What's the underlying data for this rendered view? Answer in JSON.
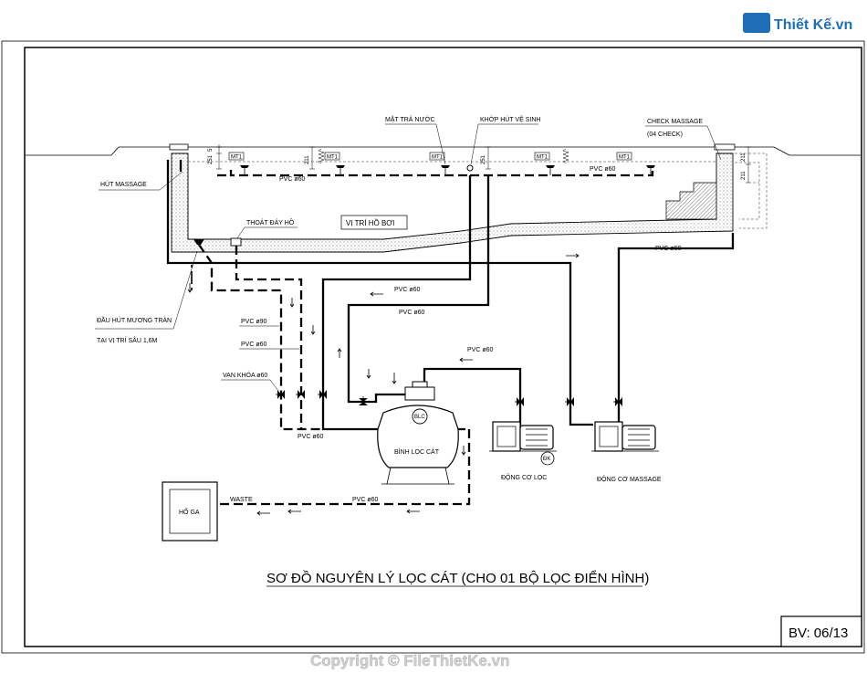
{
  "logo": {
    "text": "File Thiết Kế.vn"
  },
  "watermark": "Copyright © FileThietKe.vn",
  "title": "SƠ ĐỒ NGUYÊN LÝ LỌC CÁT (CHO 01 BỘ LỌC ĐIỂN HÌNH)",
  "sheet": "BV: 06/13",
  "labels": {
    "mat_tra_nuoc": "MẶT TRẢ NƯỚC",
    "khop_hut": "KHỚP HÚT VỆ SINH",
    "check_massage": "CHECK MASSAGE",
    "check_count": "(04 CHECK)",
    "hut_massage": "HÚT MASSAGE",
    "thoat_day": "THOÁT ĐÁY HỒ",
    "vi_tri": "VỊ TRÍ HỒ BƠI",
    "dau_hut_1": "ĐẦU HÚT MƯƠNG TRÀN",
    "dau_hut_2": "TẠI VỊ TRÍ SÂU 1,6M",
    "pvc90": "PVC ø90",
    "pvc60_left": "PVC ø60",
    "van_khoa": "VAN KHÓA ø60",
    "pvc60_bottom": "PVC ø60",
    "pvc60_top": "PVC ø60",
    "pvc60_top2": "PVC ø60",
    "pvc60_mid1": "PVC ø60",
    "pvc60_mid2": "PVC ø60",
    "pvc60_pump": "PVC ø60",
    "pvc60_right": "PVC ø60",
    "pvc60_waste": "PVC ø60",
    "waste": "WASTE",
    "binh_loc": "BÌNH LỌC CÁT",
    "blc": "BLC",
    "dong_co_loc": "ĐỘNG CƠ LỌC",
    "dong_co_massage": "ĐỘNG CƠ MASSAGE",
    "ho_ga": "HỐ GA",
    "mt1": "MT1",
    "dk": "ĐK",
    "dim_251": "251",
    "dim_5": "5",
    "dim_211": "211"
  }
}
